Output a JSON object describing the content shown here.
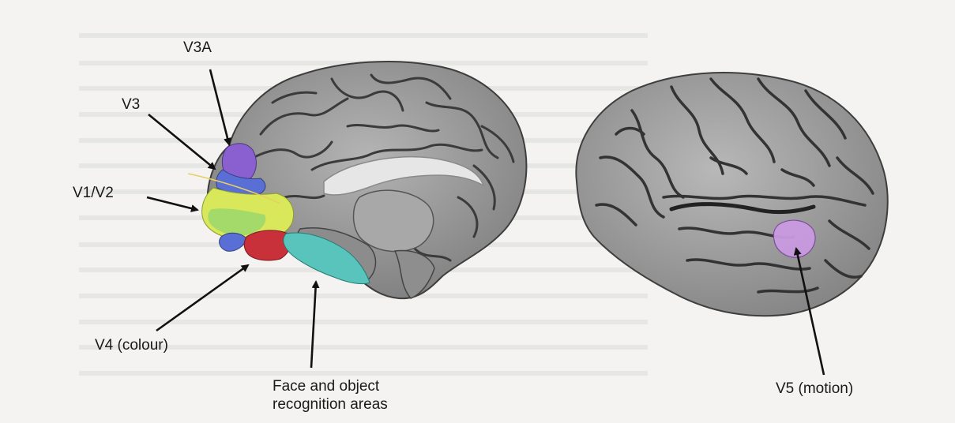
{
  "labels": {
    "v3a": "V3A",
    "v3": "V3",
    "v1v2": "V1/V2",
    "v4": "V4 (colour)",
    "face_line1": "Face and object",
    "face_line2": "recognition areas",
    "v5": "V5 (motion)"
  },
  "colors": {
    "v3a_region": "#8a5fd0",
    "v3_region": "#5a6fd6",
    "v1v2_region": "#d8e85a",
    "v1v2_inner": "#9ed86a",
    "v4_region": "#c8303a",
    "face_region": "#58c4bc",
    "v5_region": "#c99ae0",
    "brain_fill": "#9c9c9c",
    "brain_dark": "#4a4a4a",
    "arrow": "#111111"
  }
}
